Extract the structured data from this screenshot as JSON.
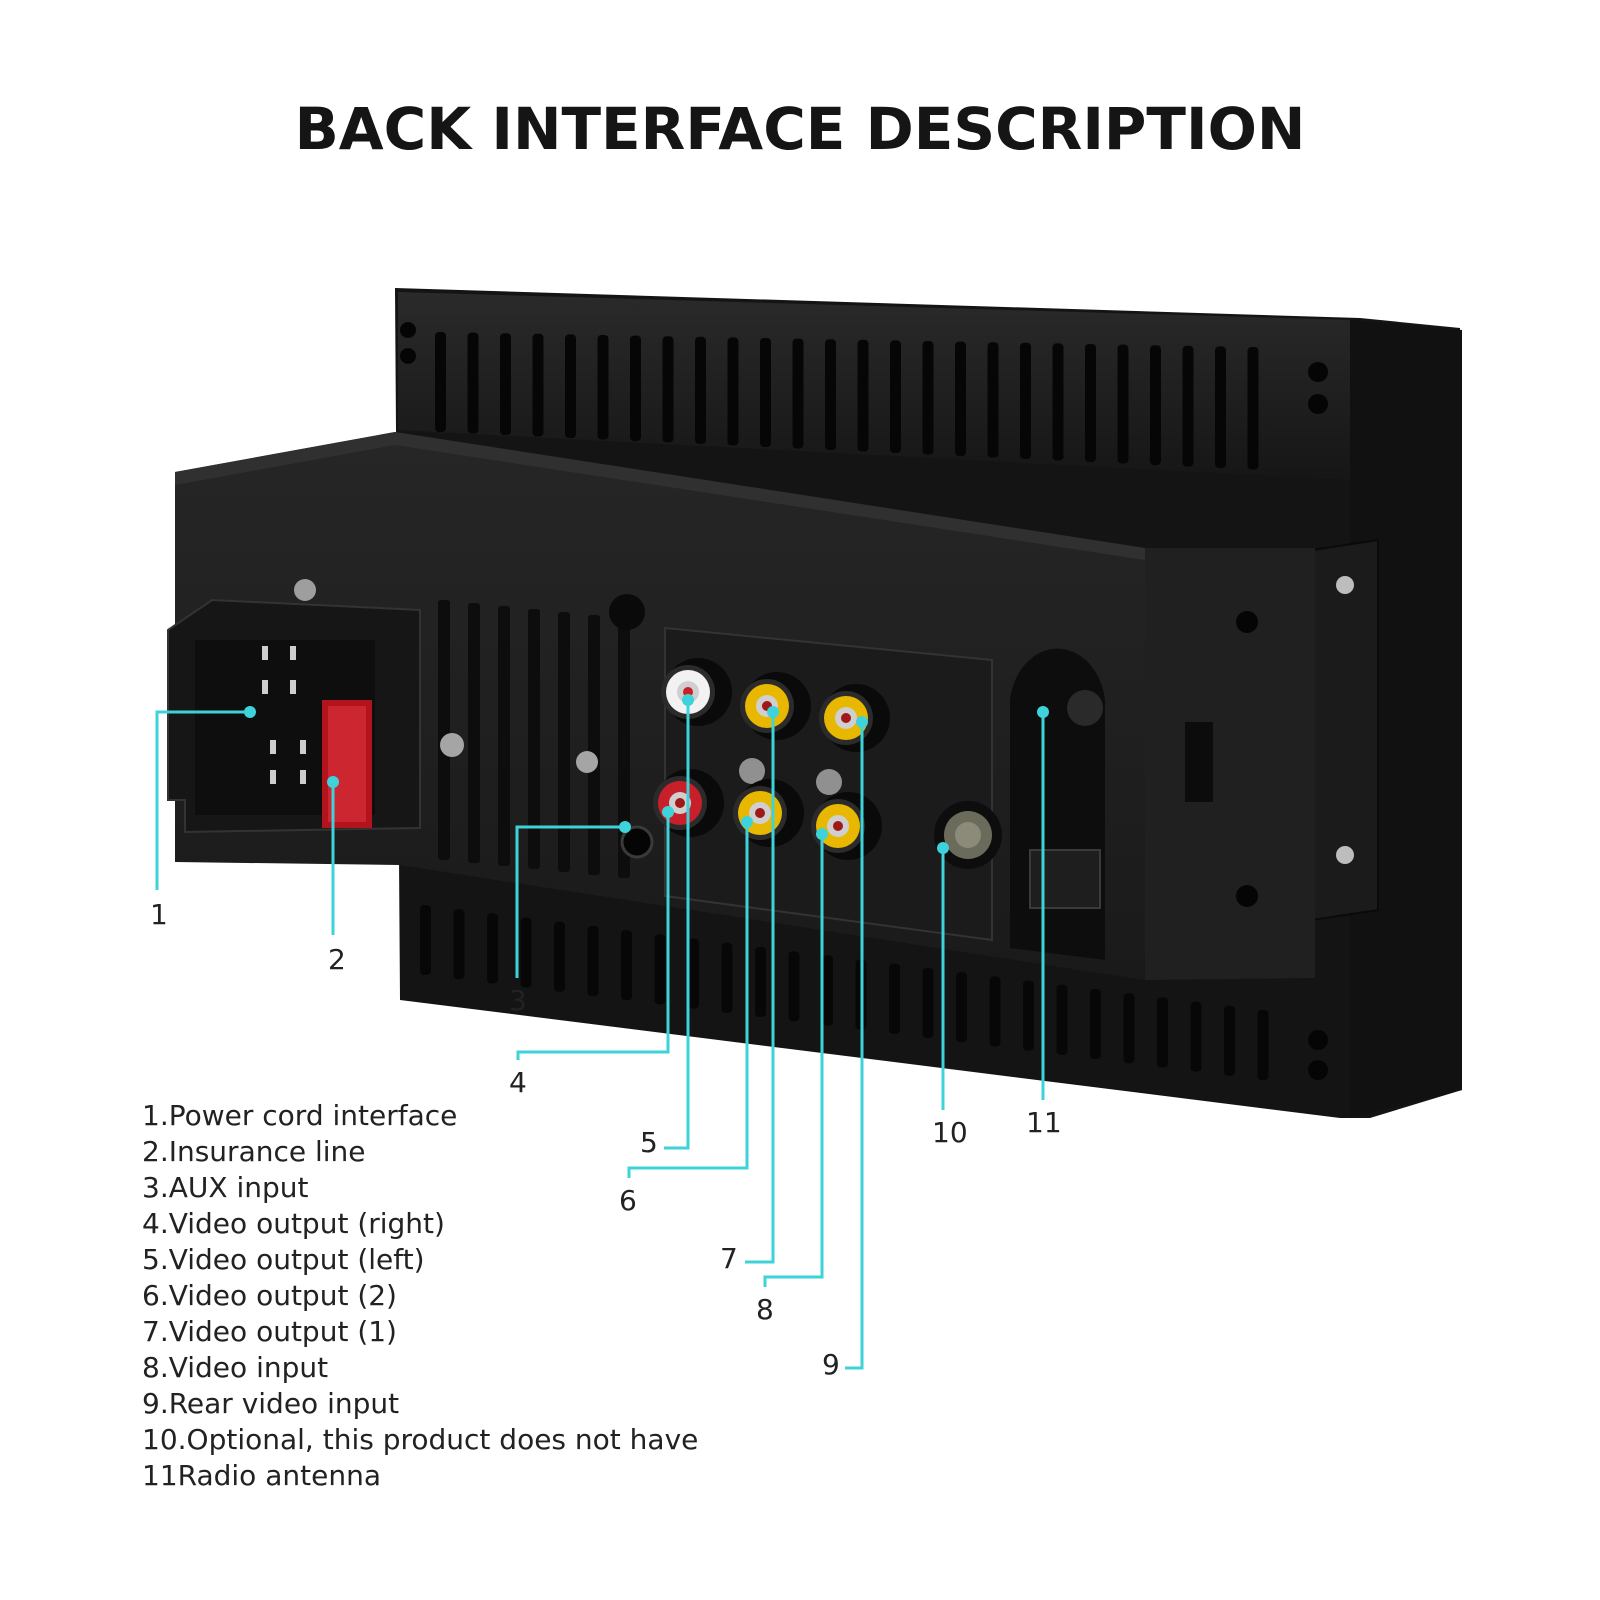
{
  "title": "BACK INTERFACE DESCRIPTION",
  "colors": {
    "leader_line": "#3ed3da",
    "housing": "#1d1d1d",
    "rca_red": "#c8202a",
    "rca_yellow": "#e8b800",
    "rca_white": "#f2f2f2",
    "background": "#ffffff"
  },
  "callouts": [
    {
      "id": "1",
      "label": "1"
    },
    {
      "id": "2",
      "label": "2"
    },
    {
      "id": "3",
      "label": "3"
    },
    {
      "id": "4",
      "label": "4"
    },
    {
      "id": "5",
      "label": "5"
    },
    {
      "id": "6",
      "label": "6"
    },
    {
      "id": "7",
      "label": "7"
    },
    {
      "id": "8",
      "label": "8"
    },
    {
      "id": "9",
      "label": "9"
    },
    {
      "id": "10",
      "label": "10"
    },
    {
      "id": "11",
      "label": "11"
    }
  ],
  "legend": [
    "1.Power cord interface",
    "2.Insurance line",
    "3.AUX input",
    "4.Video output (right)",
    "5.Video output (left)",
    "6.Video output (2)",
    "7.Video output (1)",
    "8.Video input",
    "9.Rear video input",
    "10.Optional, this product does not have",
    "11Radio antenna"
  ]
}
